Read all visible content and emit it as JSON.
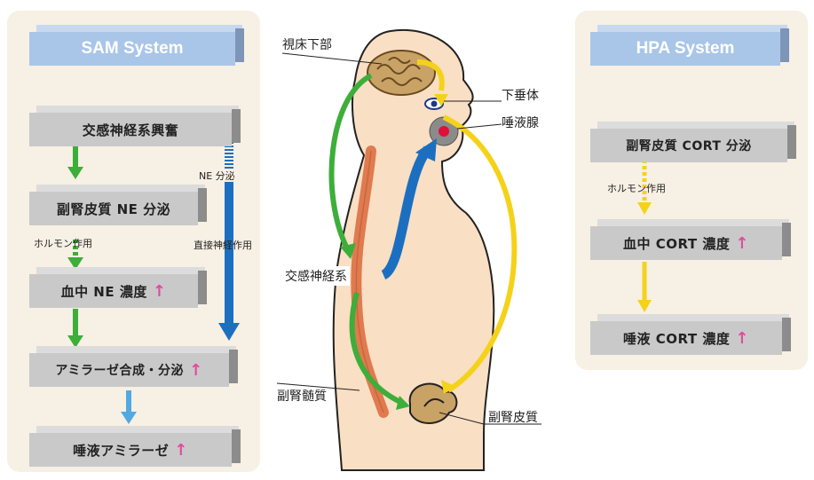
{
  "sam": {
    "title": "SAM System",
    "b1": "交感神経系興奮",
    "b2": "副腎皮質 NE 分泌",
    "hormone": "ホルモン作用",
    "b3": "血中 NE 濃度",
    "b4": "アミラーゼ合成・分泌",
    "b5": "唾液アミラーゼ",
    "ne_secretion": "NE 分泌",
    "direct_nerve": "直接神経作用"
  },
  "hpa": {
    "title": "HPA System",
    "b1": "副腎皮質 CORT 分泌",
    "hormone": "ホルモン作用",
    "b2": "血中 CORT 濃度",
    "b3": "唾液 CORT 濃度"
  },
  "body": {
    "hypothalamus": "視床下部",
    "pituitary": "下垂体",
    "salivary": "唾液腺",
    "sympathetic": "交感神経系",
    "medulla": "副腎髄質",
    "cortex": "副腎皮質"
  },
  "arrow_up": "↑",
  "colors": {
    "green": "#3dae3a",
    "blue": "#1c6fc0",
    "yellow": "#f5d21a",
    "lightblue": "#52a9e0",
    "pink": "#e04aa3",
    "skin": "#f9dfc4"
  }
}
